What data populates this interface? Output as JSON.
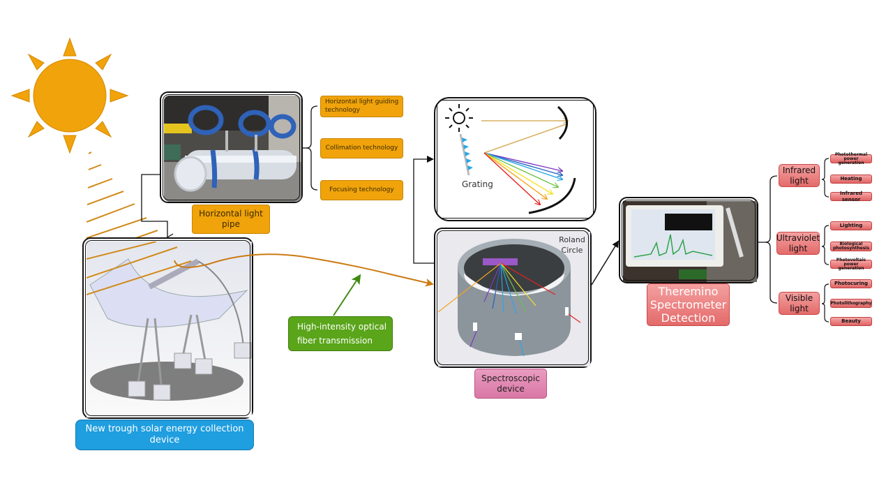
{
  "colors": {
    "sun": "#f0a30a",
    "light_ray": "#d08a1a",
    "fiber_arrow": "#cc7a12",
    "orange_box": "#f0a30a",
    "red_box": "#e46a6a",
    "pink_box": "#d977a5",
    "green_box": "#5aa51a",
    "blue_box": "#1f9ee0"
  },
  "collector": {
    "label": "New trough solar energy collection device"
  },
  "light_pipe": {
    "label": "Horizontal light pipe",
    "technologies": [
      {
        "label": "Horizontal light guiding technology"
      },
      {
        "label": "Collimation technology"
      },
      {
        "label": "Focusing technology"
      }
    ]
  },
  "fiber": {
    "label": "High-intensity optical fiber transmission"
  },
  "grating_panel": {
    "label": "Grating"
  },
  "spectroscope": {
    "annotation": "Roland Circle",
    "label": "Spectroscopic device"
  },
  "detector": {
    "label": "Theremino Spectrometer Detection"
  },
  "applications": [
    {
      "label": "Infrared light",
      "uses": [
        "Photothermal power generation",
        "Heating",
        "Infrared sensor"
      ]
    },
    {
      "label": "Ultraviolet light",
      "uses": [
        "Lighting",
        "Biological photosynthesis",
        "Photovoltaic power generation"
      ]
    },
    {
      "label": "Visible light",
      "uses": [
        "Photocuring",
        "Photolithography",
        "Beauty"
      ]
    }
  ]
}
